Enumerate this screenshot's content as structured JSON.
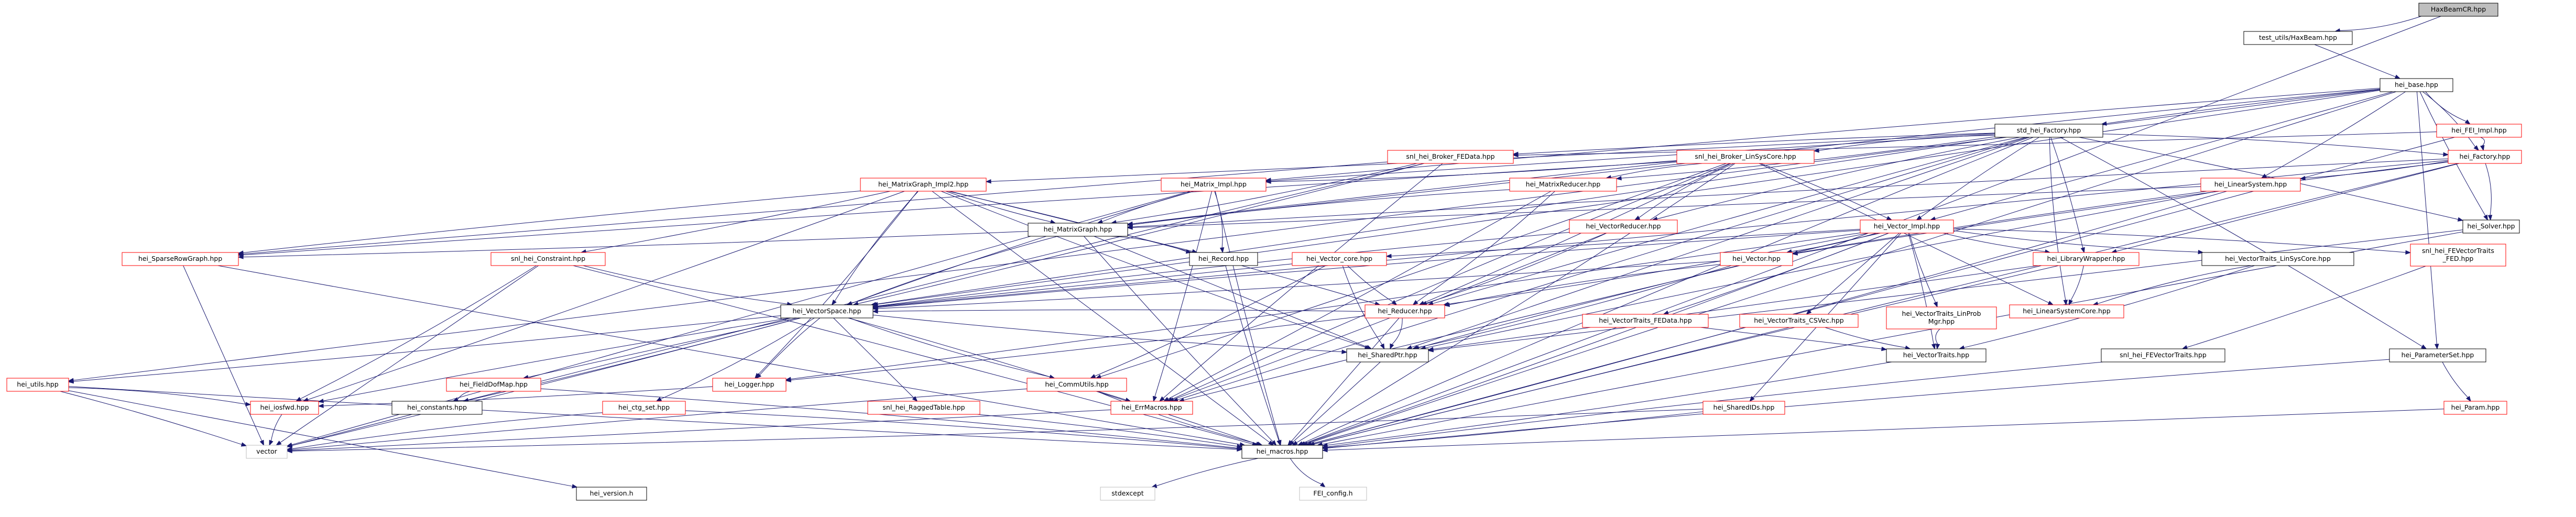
{
  "graph_title": "HaxBeamCR.hpp",
  "colors": {
    "edge": "#191970",
    "link_text": "#000000",
    "red_text": "#ff0000",
    "root_fill": "#bfbfbf",
    "node_fill": "#ffffff",
    "node_border_normal": "#000000",
    "node_border_red": "#ff0000",
    "node_border_gray": "#bfbfbf"
  },
  "nodes": [
    {
      "id": "root",
      "label": "HaxBeamCR.hpp",
      "style": "root"
    },
    {
      "id": "test_utils",
      "label": "test_utils/HaxBeam.hpp",
      "style": "normal"
    },
    {
      "id": "base",
      "label": "hei_base.hpp",
      "style": "normal"
    },
    {
      "id": "std_factory",
      "label": "std_hei_Factory.hpp",
      "style": "normal"
    },
    {
      "id": "fei_impl",
      "label": "hei_FEI_Impl.hpp",
      "style": "red"
    },
    {
      "id": "broker_fedata",
      "label": "snl_hei_Broker_FEData.hpp",
      "style": "red"
    },
    {
      "id": "broker_linsys",
      "label": "snl_hei_Broker_LinSysCore.hpp",
      "style": "red"
    },
    {
      "id": "factory",
      "label": "hei_Factory.hpp",
      "style": "red"
    },
    {
      "id": "matrixgraph_impl2",
      "label": "hei_MatrixGraph_Impl2.hpp",
      "style": "red"
    },
    {
      "id": "matrix_impl",
      "label": "hei_Matrix_Impl.hpp",
      "style": "red"
    },
    {
      "id": "matrixreducer",
      "label": "hei_MatrixReducer.hpp",
      "style": "red"
    },
    {
      "id": "linearsystem",
      "label": "hei_LinearSystem.hpp",
      "style": "red"
    },
    {
      "id": "vector_impl",
      "label": "hei_Vector_Impl.hpp",
      "style": "red"
    },
    {
      "id": "solver",
      "label": "hei_Solver.hpp",
      "style": "normal"
    },
    {
      "id": "matrixgraph",
      "label": "hei_MatrixGraph.hpp",
      "style": "normal"
    },
    {
      "id": "vectorreducer",
      "label": "hei_VectorReducer.hpp",
      "style": "red"
    },
    {
      "id": "sparserowgraph",
      "label": "hei_SparseRowGraph.hpp",
      "style": "red"
    },
    {
      "id": "constraint",
      "label": "snl_hei_Constraint.hpp",
      "style": "red"
    },
    {
      "id": "record",
      "label": "hei_Record.hpp",
      "style": "normal"
    },
    {
      "id": "vector",
      "label": "hei_Vector.hpp",
      "style": "red"
    },
    {
      "id": "vector_core",
      "label": "hei_Vector_core.hpp",
      "style": "red"
    },
    {
      "id": "librarywrapper",
      "label": "hei_LibraryWrapper.hpp",
      "style": "red"
    },
    {
      "id": "vt_linsyscore",
      "label": "hei_VectorTraits_LinSysCore.hpp",
      "style": "normal"
    },
    {
      "id": "fevt_fed",
      "label": [
        "snl_hei_FEVectorTraits",
        "_FED.hpp"
      ],
      "style": "red"
    },
    {
      "id": "vt_fedata",
      "label": "hei_VectorTraits_FEData.hpp",
      "style": "red"
    },
    {
      "id": "vt_csvec",
      "label": "hei_VectorTraits_CSVec.hpp",
      "style": "red"
    },
    {
      "id": "vt_linprob",
      "label": [
        "hei_VectorTraits_LinProb",
        "Mgr.hpp"
      ],
      "style": "red"
    },
    {
      "id": "reducer",
      "label": "hei_Reducer.hpp",
      "style": "red"
    },
    {
      "id": "linearsystemcore",
      "label": "hei_LinearSystemCore.hpp",
      "style": "red"
    },
    {
      "id": "fevt",
      "label": "snl_hei_FEVectorTraits.hpp",
      "style": "normal"
    },
    {
      "id": "vectortraits",
      "label": "hei_VectorTraits.hpp",
      "style": "normal"
    },
    {
      "id": "vectorspace",
      "label": "hei_VectorSpace.hpp",
      "style": "normal"
    },
    {
      "id": "sharedptr",
      "label": "hei_SharedPtr.hpp",
      "style": "normal"
    },
    {
      "id": "parameterset",
      "label": "hei_ParameterSet.hpp",
      "style": "normal"
    },
    {
      "id": "utils",
      "label": "hei_utils.hpp",
      "style": "red"
    },
    {
      "id": "fielddofmap",
      "label": "hei_FieldDofMap.hpp",
      "style": "red"
    },
    {
      "id": "logger",
      "label": "hei_Logger.hpp",
      "style": "red"
    },
    {
      "id": "commutils",
      "label": "hei_CommUtils.hpp",
      "style": "red"
    },
    {
      "id": "shareddofs",
      "label": "hei_SharedIDs.hpp",
      "style": "red"
    },
    {
      "id": "param",
      "label": "hei_Param.hpp",
      "style": "red"
    },
    {
      "id": "iosfwd",
      "label": "hei_iosfwd.hpp",
      "style": "red"
    },
    {
      "id": "ctg_set",
      "label": "hei_ctg_set.hpp",
      "style": "red"
    },
    {
      "id": "constants",
      "label": "hei_constants.hpp",
      "style": "normal"
    },
    {
      "id": "raggedtable",
      "label": "snl_hei_RaggedTable.hpp",
      "style": "red"
    },
    {
      "id": "errmacros",
      "label": "hei_ErrMacros.hpp",
      "style": "red"
    },
    {
      "id": "vector_std",
      "label": "vector",
      "style": "gray"
    },
    {
      "id": "macros",
      "label": "hei_macros.hpp",
      "style": "normal"
    },
    {
      "id": "version",
      "label": "hei_version.h",
      "style": "normal"
    },
    {
      "id": "stdexcept",
      "label": "stdexcept",
      "style": "gray"
    },
    {
      "id": "fei_config",
      "label": "FEI_config.h",
      "style": "gray"
    }
  ],
  "edges": [
    [
      "root",
      "test_utils"
    ],
    [
      "root",
      "macros"
    ],
    [
      "test_utils",
      "base"
    ],
    [
      "base",
      "std_factory"
    ],
    [
      "base",
      "fei_impl"
    ],
    [
      "base",
      "factory"
    ],
    [
      "base",
      "linearsystem"
    ],
    [
      "base",
      "vector_impl"
    ],
    [
      "base",
      "matrix_impl"
    ],
    [
      "base",
      "matrixgraph"
    ],
    [
      "base",
      "vectorspace"
    ],
    [
      "base",
      "utils"
    ],
    [
      "base",
      "parameterset"
    ],
    [
      "base",
      "solver"
    ],
    [
      "base",
      "macros"
    ],
    [
      "fei_impl",
      "factory"
    ],
    [
      "fei_impl",
      "broker_fedata"
    ],
    [
      "fei_impl",
      "macros"
    ],
    [
      "std_factory",
      "broker_fedata"
    ],
    [
      "std_factory",
      "broker_linsys"
    ],
    [
      "std_factory",
      "factory"
    ],
    [
      "std_factory",
      "matrixgraph_impl2"
    ],
    [
      "std_factory",
      "matrix_impl"
    ],
    [
      "std_factory",
      "vector_impl"
    ],
    [
      "std_factory",
      "vectorreducer"
    ],
    [
      "std_factory",
      "matrixreducer"
    ],
    [
      "std_factory",
      "librarywrapper"
    ],
    [
      "std_factory",
      "vectorspace"
    ],
    [
      "std_factory",
      "reducer"
    ],
    [
      "std_factory",
      "linearsystemcore"
    ],
    [
      "std_factory",
      "parameterset"
    ],
    [
      "std_factory",
      "solver"
    ],
    [
      "std_factory",
      "sharedptr"
    ],
    [
      "std_factory",
      "errmacros"
    ],
    [
      "std_factory",
      "macros"
    ],
    [
      "broker_fedata",
      "matrixgraph"
    ],
    [
      "broker_fedata",
      "vectorspace"
    ],
    [
      "broker_fedata",
      "sparserowgraph"
    ],
    [
      "broker_fedata",
      "errmacros"
    ],
    [
      "broker_fedata",
      "vector_std"
    ],
    [
      "broker_linsys",
      "matrix_impl"
    ],
    [
      "broker_linsys",
      "vector_impl"
    ],
    [
      "broker_linsys",
      "matrixgraph"
    ],
    [
      "broker_linsys",
      "matrixreducer"
    ],
    [
      "broker_linsys",
      "vectorreducer"
    ],
    [
      "broker_linsys",
      "commutils"
    ],
    [
      "broker_linsys",
      "reducer"
    ],
    [
      "broker_linsys",
      "linearsystemcore"
    ],
    [
      "broker_linsys",
      "sparserowgraph"
    ],
    [
      "broker_linsys",
      "errmacros"
    ],
    [
      "broker_linsys",
      "macros"
    ],
    [
      "factory",
      "linearsystem"
    ],
    [
      "factory",
      "librarywrapper"
    ],
    [
      "factory",
      "matrixgraph"
    ],
    [
      "factory",
      "vector"
    ],
    [
      "factory",
      "solver"
    ],
    [
      "factory",
      "vectorspace"
    ],
    [
      "factory",
      "macros"
    ],
    [
      "matrixgraph_impl2",
      "matrixgraph"
    ],
    [
      "matrixgraph_impl2",
      "vectorspace"
    ],
    [
      "matrixgraph_impl2",
      "reducer"
    ],
    [
      "matrixgraph_impl2",
      "constraint"
    ],
    [
      "matrixgraph_impl2",
      "record"
    ],
    [
      "matrixgraph_impl2",
      "sparserowgraph"
    ],
    [
      "matrixgraph_impl2",
      "sharedptr"
    ],
    [
      "matrixgraph_impl2",
      "logger"
    ],
    [
      "matrixgraph_impl2",
      "iosfwd"
    ],
    [
      "matrixgraph_impl2",
      "macros"
    ],
    [
      "matrix_impl",
      "matrixgraph"
    ],
    [
      "matrix_impl",
      "vectorspace"
    ],
    [
      "matrix_impl",
      "record"
    ],
    [
      "matrix_impl",
      "errmacros"
    ],
    [
      "matrix_impl",
      "vector_std"
    ],
    [
      "matrix_impl",
      "macros"
    ],
    [
      "matrixreducer",
      "matrixgraph"
    ],
    [
      "matrixreducer",
      "reducer"
    ],
    [
      "matrixreducer",
      "errmacros"
    ],
    [
      "linearsystem",
      "matrixgraph"
    ],
    [
      "linearsystem",
      "vector"
    ],
    [
      "linearsystem",
      "sharedptr"
    ],
    [
      "linearsystem",
      "macros"
    ],
    [
      "vector_impl",
      "vector"
    ],
    [
      "vector_impl",
      "vector_core"
    ],
    [
      "vector_impl",
      "librarywrapper"
    ],
    [
      "vector_impl",
      "vt_linsyscore"
    ],
    [
      "vector_impl",
      "fevt_fed"
    ],
    [
      "vector_impl",
      "vt_fedata"
    ],
    [
      "vector_impl",
      "vt_csvec"
    ],
    [
      "vector_impl",
      "vt_linprob"
    ],
    [
      "vector_impl",
      "vectorspace"
    ],
    [
      "vector_impl",
      "reducer"
    ],
    [
      "vector_impl",
      "logger"
    ],
    [
      "vector_impl",
      "shareddofs"
    ],
    [
      "vector_impl",
      "errmacros"
    ],
    [
      "vector_impl",
      "sharedptr"
    ],
    [
      "vector_impl",
      "macros"
    ],
    [
      "vector_impl",
      "vectortraits"
    ],
    [
      "solver",
      "sharedptr"
    ],
    [
      "solver",
      "macros"
    ],
    [
      "matrixgraph",
      "vectorspace"
    ],
    [
      "matrixgraph",
      "record"
    ],
    [
      "matrixgraph",
      "sparserowgraph"
    ],
    [
      "matrixgraph",
      "sharedptr"
    ],
    [
      "matrixgraph",
      "macros"
    ],
    [
      "vectorreducer",
      "vectorspace"
    ],
    [
      "vectorreducer",
      "reducer"
    ],
    [
      "vectorreducer",
      "errmacros"
    ],
    [
      "sparserowgraph",
      "vector_std"
    ],
    [
      "sparserowgraph",
      "macros"
    ],
    [
      "constraint",
      "vectorspace"
    ],
    [
      "constraint",
      "iosfwd"
    ],
    [
      "constraint",
      "macros"
    ],
    [
      "constraint",
      "vector_std"
    ],
    [
      "record",
      "macros"
    ],
    [
      "vector",
      "reducer"
    ],
    [
      "vector",
      "sharedptr"
    ],
    [
      "vector",
      "vectorspace"
    ],
    [
      "vector_core",
      "vectorspace"
    ],
    [
      "vector_core",
      "reducer"
    ],
    [
      "vector_core",
      "sharedptr"
    ],
    [
      "vector_core",
      "commutils"
    ],
    [
      "librarywrapper",
      "linearsystemcore"
    ],
    [
      "librarywrapper",
      "sharedptr"
    ],
    [
      "librarywrapper",
      "macros"
    ],
    [
      "vt_linsyscore",
      "linearsystemcore"
    ],
    [
      "vt_linsyscore",
      "vectortraits"
    ],
    [
      "fevt_fed",
      "fevt"
    ],
    [
      "vt_fedata",
      "vectortraits"
    ],
    [
      "vt_csvec",
      "vectortraits"
    ],
    [
      "vt_linprob",
      "vectortraits"
    ],
    [
      "reducer",
      "sharedptr"
    ],
    [
      "reducer",
      "logger"
    ],
    [
      "reducer",
      "macros"
    ],
    [
      "reducer",
      "vectorspace"
    ],
    [
      "fevt",
      "macros"
    ],
    [
      "vectortraits",
      "macros"
    ],
    [
      "vectorspace",
      "utils"
    ],
    [
      "vectorspace",
      "fielddofmap"
    ],
    [
      "vectorspace",
      "logger"
    ],
    [
      "vectorspace",
      "commutils"
    ],
    [
      "vectorspace",
      "ctg_set"
    ],
    [
      "vectorspace",
      "constants"
    ],
    [
      "vectorspace",
      "raggedtable"
    ],
    [
      "vectorspace",
      "iosfwd"
    ],
    [
      "vectorspace",
      "sharedptr"
    ],
    [
      "vectorspace",
      "macros"
    ],
    [
      "vectorspace",
      "vector_std"
    ],
    [
      "sharedptr",
      "macros"
    ],
    [
      "parameterset",
      "param"
    ],
    [
      "parameterset",
      "macros"
    ],
    [
      "utils",
      "iosfwd"
    ],
    [
      "utils",
      "vector_std"
    ],
    [
      "utils",
      "version"
    ],
    [
      "utils",
      "macros"
    ],
    [
      "fielddofmap",
      "constants"
    ],
    [
      "fielddofmap",
      "macros"
    ],
    [
      "logger",
      "iosfwd"
    ],
    [
      "commutils",
      "errmacros"
    ],
    [
      "commutils",
      "vector_std"
    ],
    [
      "commutils",
      "macros"
    ],
    [
      "shareddofs",
      "vector_std"
    ],
    [
      "shareddofs",
      "macros"
    ],
    [
      "param",
      "macros"
    ],
    [
      "iosfwd",
      "vector_std"
    ],
    [
      "ctg_set",
      "vector_std"
    ],
    [
      "ctg_set",
      "macros"
    ],
    [
      "raggedtable",
      "macros"
    ],
    [
      "errmacros",
      "vector_std"
    ],
    [
      "macros",
      "stdexcept"
    ],
    [
      "macros",
      "fei_config"
    ]
  ]
}
